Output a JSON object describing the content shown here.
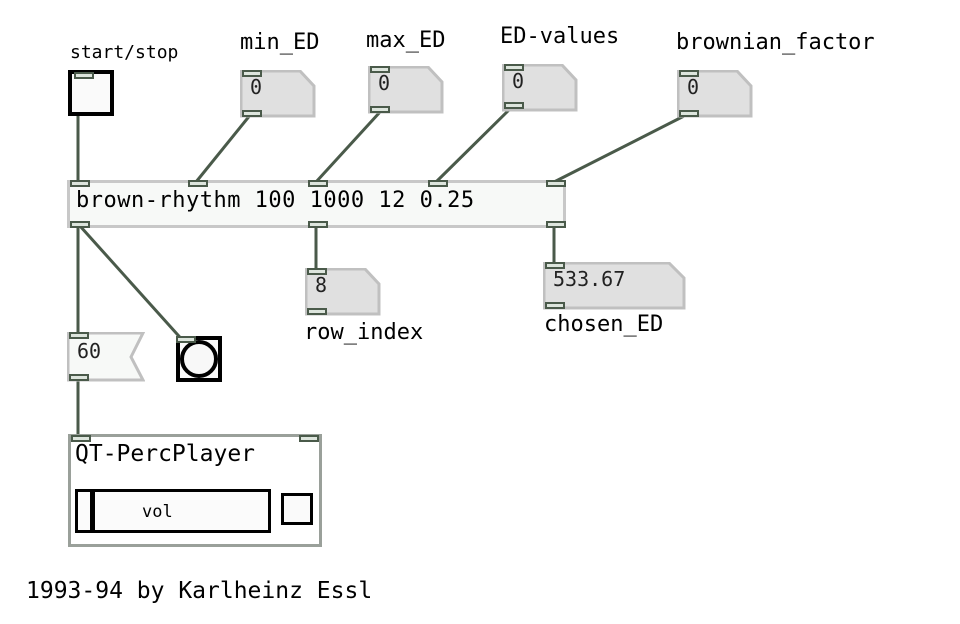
{
  "patch": {
    "toggle_label": "start/stop",
    "number_boxes": {
      "min_ed": {
        "label": "min_ED",
        "value": "0"
      },
      "max_ed": {
        "label": "max_ED",
        "value": "0"
      },
      "ed_values": {
        "label": "ED-values",
        "value": "0"
      },
      "brownian_factor": {
        "label": "brownian_factor",
        "value": "0"
      },
      "row_index": {
        "label": "row_index",
        "value": "8"
      },
      "chosen_ed": {
        "label": "chosen_ED",
        "value": "533.67"
      }
    },
    "object_text": "brown-rhythm 100 1000 12 0.25",
    "message_value": "60",
    "subpatch": {
      "title": "QT-PercPlayer",
      "slider_label": "vol"
    },
    "credit": "1993-94 by Karlheinz Essl"
  },
  "colors": {
    "cord": "#4a5a4a",
    "box_fill": "#e0e0e0",
    "box_border": "#c0c0c0",
    "object_fill": "#f7f9f7"
  },
  "icons": [
    "toggle",
    "bang"
  ]
}
